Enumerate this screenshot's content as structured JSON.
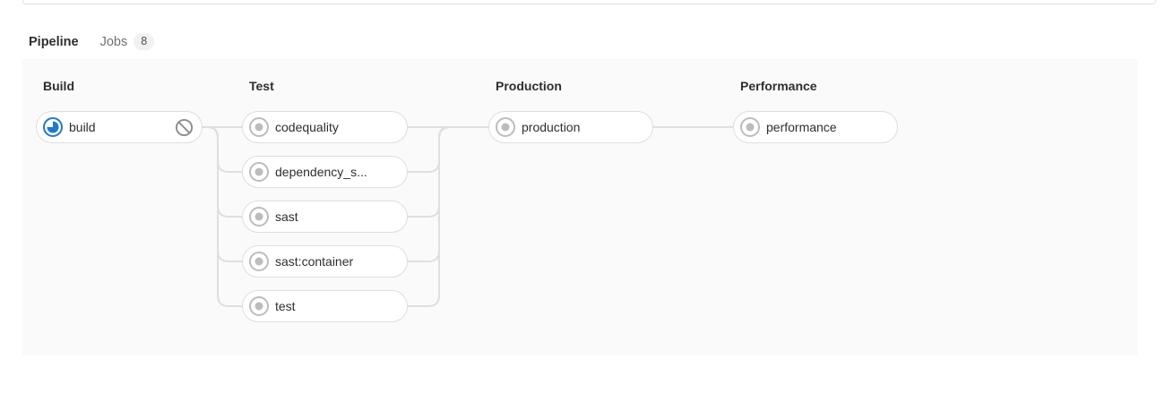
{
  "tabs": {
    "items": [
      {
        "label": "Pipeline",
        "active": true
      },
      {
        "label": "Jobs",
        "active": false,
        "badge": "8"
      }
    ]
  },
  "pipeline": {
    "stages": [
      {
        "name": "Build",
        "jobs": [
          {
            "name": "build",
            "status": "running",
            "action": "cancel"
          }
        ]
      },
      {
        "name": "Test",
        "jobs": [
          {
            "name": "codequality",
            "status": "created"
          },
          {
            "name": "dependency_s...",
            "status": "created"
          },
          {
            "name": "sast",
            "status": "created"
          },
          {
            "name": "sast:container",
            "status": "created"
          },
          {
            "name": "test",
            "status": "created"
          }
        ]
      },
      {
        "name": "Production",
        "jobs": [
          {
            "name": "production",
            "status": "created"
          }
        ]
      },
      {
        "name": "Performance",
        "jobs": [
          {
            "name": "performance",
            "status": "created"
          }
        ]
      }
    ]
  },
  "colors": {
    "tab_accent": "#6666c4",
    "running_blue": "#1f78d1",
    "created_gray": "#bcbcbc",
    "cancel_gray": "#8c8c8c",
    "connector_gray": "#dfdfdf",
    "panel_bg": "#fafafa"
  }
}
